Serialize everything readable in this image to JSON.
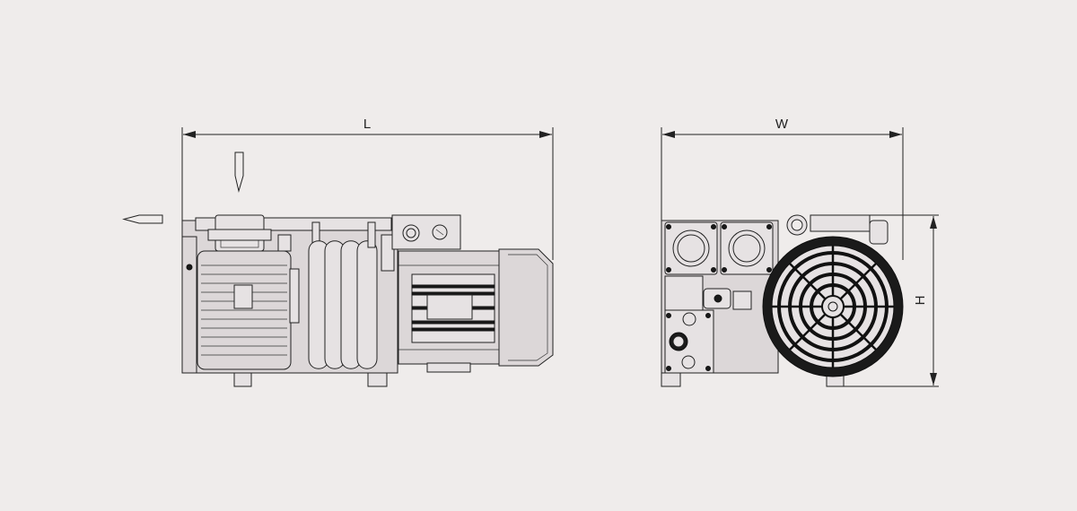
{
  "colors": {
    "background": "#efeceb",
    "line": "#222222",
    "body_fill": "#dcd7d8",
    "body_fill_light": "#e6e2e3"
  },
  "side_view": {
    "length_label": "L",
    "icons": [
      "inlet-arrow-icon",
      "exhaust-arrow-icon"
    ]
  },
  "end_view": {
    "width_label": "W",
    "height_label": "H",
    "icons": [
      "cooling-fan-icon",
      "lifting-eye-icon"
    ]
  }
}
